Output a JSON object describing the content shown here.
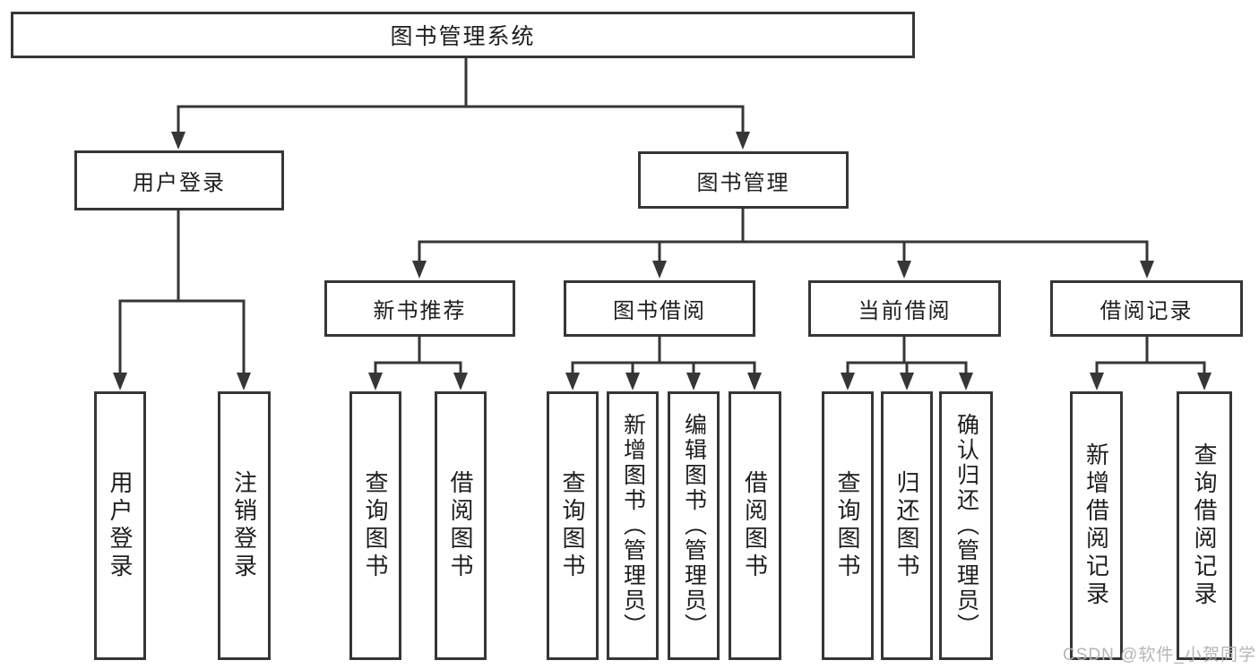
{
  "diagram": {
    "title": "图书管理系统",
    "nodes": {
      "root": "图书管理系统",
      "user_login": "用户登录",
      "book_mgmt": "图书管理",
      "new_book_rec": "新书推荐",
      "book_borrow": "图书借阅",
      "current_borrow": "当前借阅",
      "borrow_records": "借阅记录",
      "g1_login": "用户登录",
      "g1_logout": "注销登录",
      "g2_query": "查询图书",
      "g2_borrow": "借阅图书",
      "g3_query": "查询图书",
      "g3_add": "新增图书（管理员）",
      "g3_edit": "编辑图书（管理员）",
      "g3_borrow": "借阅图书",
      "g4_query": "查询图书",
      "g4_return": "归还图书",
      "g4_confirm": "确认归还（管理员）",
      "g5_add": "新增借阅记录",
      "g5_query": "查询借阅记录"
    },
    "colors": {
      "line": "#363636",
      "text": "#1e1e1e",
      "background": "#ffffff",
      "watermark": "#b2b2b2"
    }
  },
  "watermark": {
    "text": "CSDN @软件_小贺同学"
  }
}
